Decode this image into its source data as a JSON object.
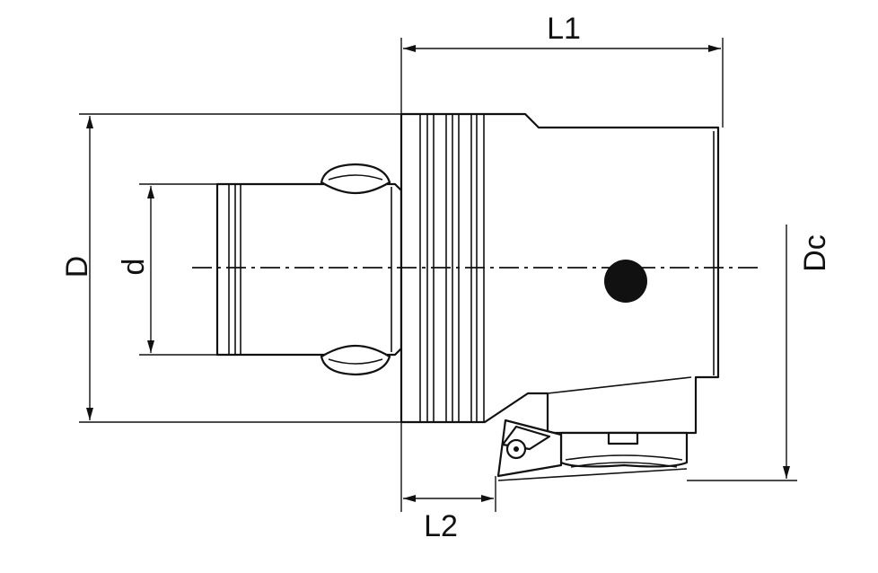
{
  "labels": {
    "L1": "L1",
    "L2": "L2",
    "D": "D",
    "d": "d",
    "Dc": "Dc"
  }
}
